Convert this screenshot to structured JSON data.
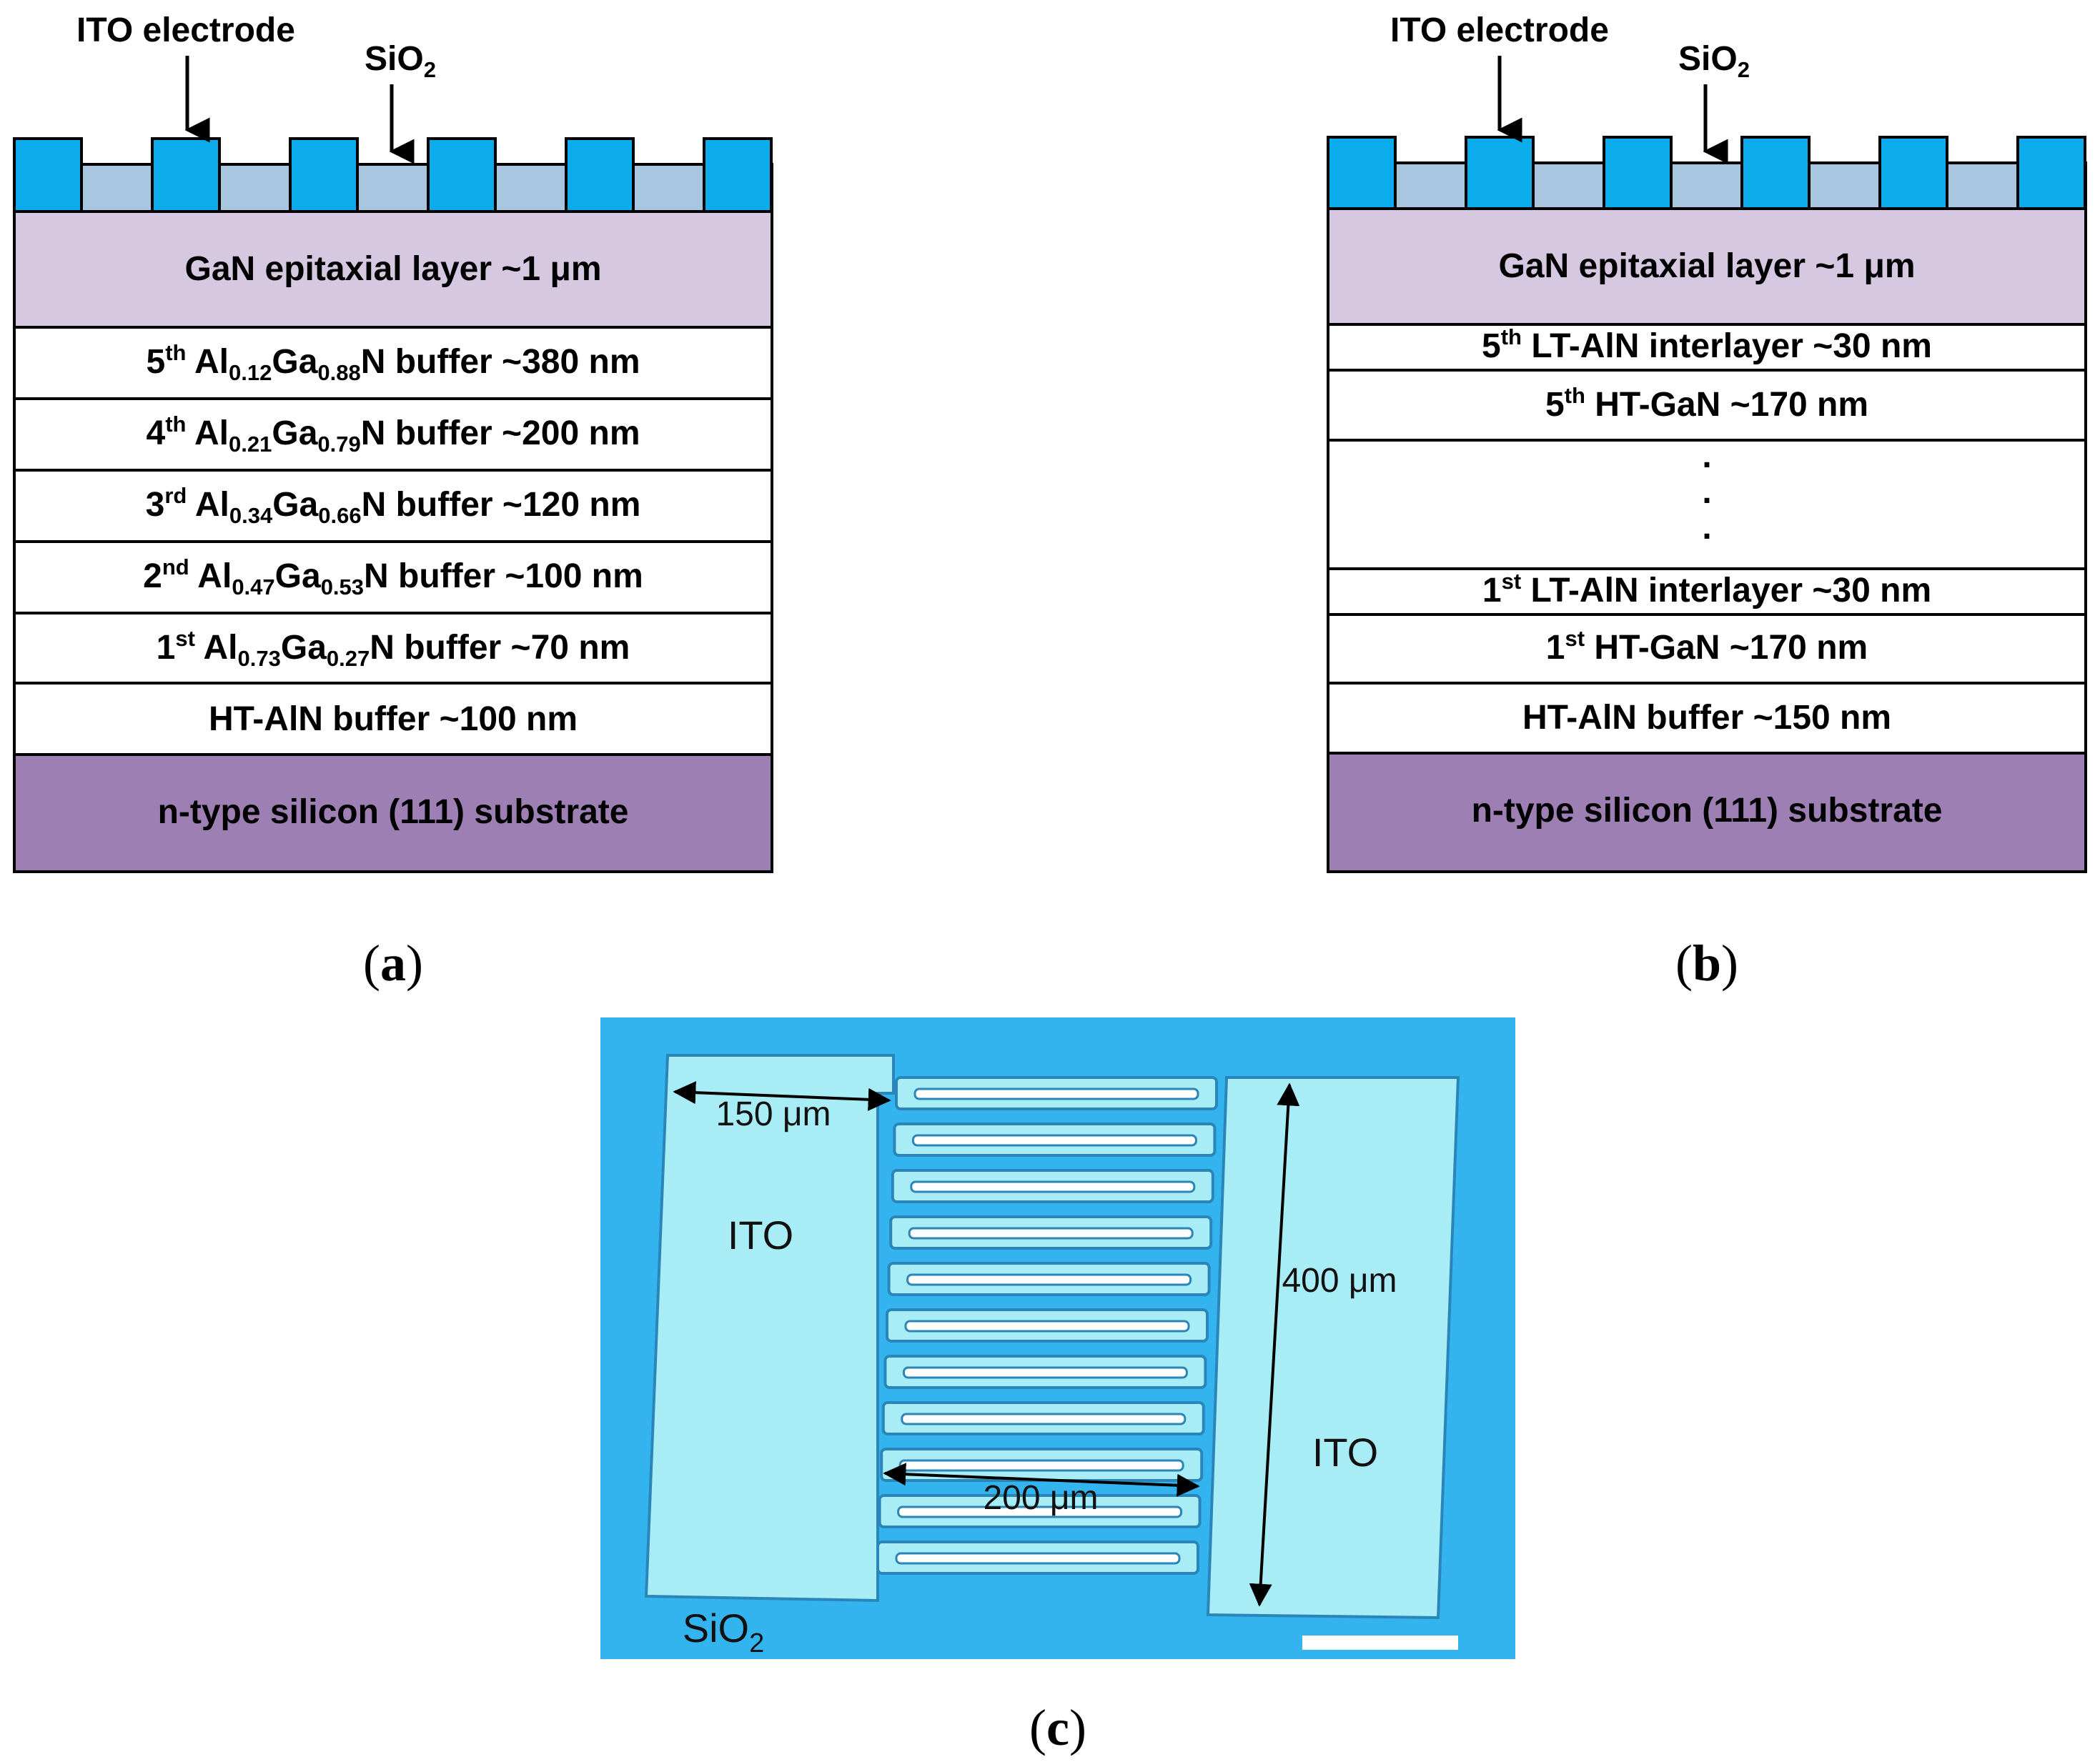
{
  "colors": {
    "ito": "#0cacec",
    "sio2": "#a8c6e0",
    "gan": "#d7c8e1",
    "substrate": "#9d7fb4",
    "buffer": "#ffffff",
    "micro_bg": "#34b4ee",
    "micro_ito": "#a8ecf6"
  },
  "panel_a": {
    "ito_label": "ITO electrode",
    "sio2_label": {
      "base": "SiO",
      "sub": "2"
    },
    "gan_layer": "GaN epitaxial layer ~1 μm",
    "buffers": [
      {
        "ord": "5",
        "sup": "th",
        "al": "0.12",
        "ga": "0.88",
        "rest": "N buffer ~380 nm"
      },
      {
        "ord": "4",
        "sup": "th",
        "al": "0.21",
        "ga": "0.79",
        "rest": "N buffer ~200 nm"
      },
      {
        "ord": "3",
        "sup": "rd",
        "al": "0.34",
        "ga": "0.66",
        "rest": "N buffer ~120 nm"
      },
      {
        "ord": "2",
        "sup": "nd",
        "al": "0.47",
        "ga": "0.53",
        "rest": "N buffer ~100 nm"
      },
      {
        "ord": "1",
        "sup": "st",
        "al": "0.73",
        "ga": "0.27",
        "rest": "N buffer ~70 nm"
      }
    ],
    "ht_aln": "HT-AlN buffer ~100 nm",
    "substrate": "n-type silicon (111) substrate",
    "caption": {
      "open": "(",
      "letter": "a",
      "close": ")"
    }
  },
  "panel_b": {
    "ito_label": "ITO electrode",
    "sio2_label": {
      "base": "SiO",
      "sub": "2"
    },
    "gan_layer": "GaN epitaxial layer ~1 μm",
    "layer5_inter": {
      "ord": "5",
      "sup": "th",
      "rest": " LT-AlN interlayer ~30 nm"
    },
    "layer5_ht": {
      "ord": "5",
      "sup": "th",
      "rest": " HT-GaN ~170 nm"
    },
    "dots": ".",
    "layer1_inter": {
      "ord": "1",
      "sup": "st",
      "rest": " LT-AlN interlayer ~30 nm"
    },
    "layer1_ht": {
      "ord": "1",
      "sup": "st",
      "rest": " HT-GaN ~170 nm"
    },
    "ht_aln": "HT-AlN buffer ~150 nm",
    "substrate": "n-type silicon (111) substrate",
    "caption": {
      "open": "(",
      "letter": "b",
      "close": ")"
    }
  },
  "panel_c": {
    "dim_150": "150 μm",
    "dim_400": "400 μm",
    "dim_200": "200 μm",
    "ito_left": "ITO",
    "ito_right": "ITO",
    "sio2_label": {
      "base": "SiO",
      "sub": "2"
    },
    "finger_count": 11,
    "caption": {
      "open": "(",
      "letter": "c",
      "close": ")"
    }
  }
}
